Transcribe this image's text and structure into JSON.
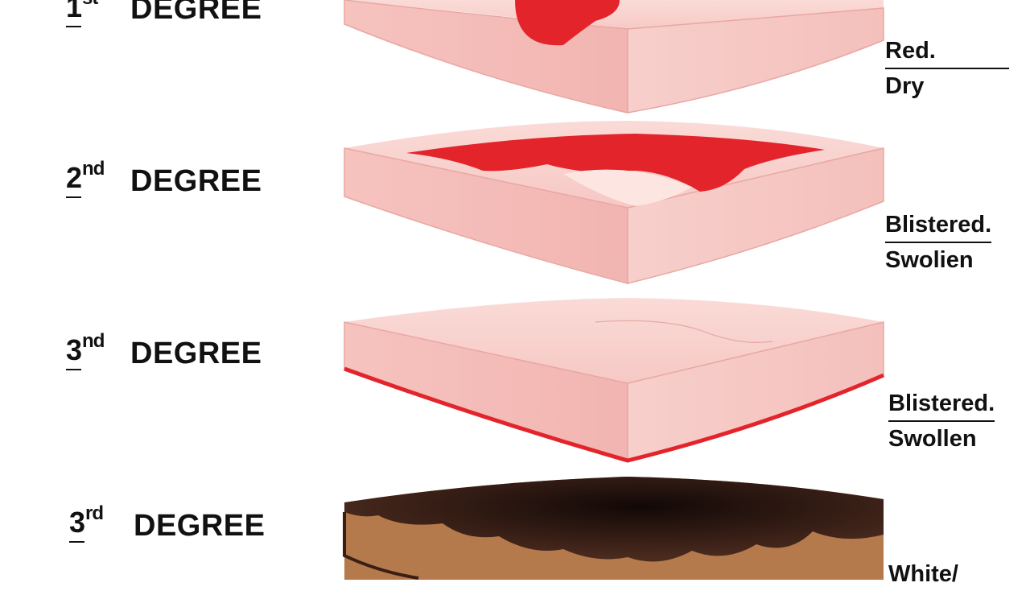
{
  "rows": [
    {
      "number": "1",
      "suffix": "st",
      "degree": "DEGREE",
      "desc1": "Red.",
      "desc2": "Dry"
    },
    {
      "number": "2",
      "suffix": "nd",
      "degree": "DEGREE",
      "desc1": "Blistered.",
      "desc2": "Swolien"
    },
    {
      "number": "3",
      "suffix": "nd",
      "degree": "DEGREE",
      "desc1": "Blistered.",
      "desc2": "Swollen"
    },
    {
      "number": "3",
      "suffix": "rd",
      "degree": "DEGREE",
      "desc1": "White/",
      "desc2": ""
    }
  ],
  "colors": {
    "skin": "#f7c9c6",
    "skin_side": "#f3bdb9",
    "burn_red": "#e3242b",
    "char_dark": "#2a1510",
    "char_brown": "#b57a4c"
  },
  "icons": [
    "skin-block-icon",
    "burn-patch-icon",
    "charred-tissue-icon"
  ]
}
